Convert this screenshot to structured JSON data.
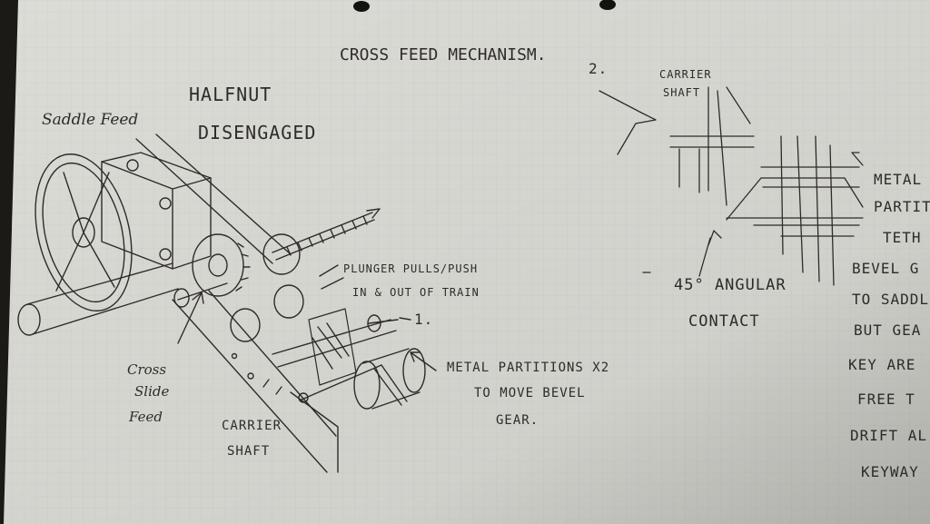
{
  "sheet": {
    "title": "CROSS FEED MECHANISM.",
    "main_drawing": {
      "state": [
        "HALFNUT",
        "DISENGAGED"
      ],
      "labels": {
        "saddle_feed": "Saddle Feed",
        "cross_slide_feed": [
          "Cross",
          "Slide",
          "Feed"
        ],
        "carrier_shaft": [
          "CARRIER",
          "SHAFT"
        ],
        "plunger": [
          "PLUNGER PULLS/PUSH",
          "IN & OUT OF TRAIN"
        ],
        "marker": "1.",
        "partitions": [
          "METAL PARTITIONS X2",
          "TO MOVE BEVEL",
          "GEAR."
        ]
      }
    },
    "detail_drawing": {
      "marker": "2.",
      "carrier_shaft": [
        "CARRIER",
        "SHAFT"
      ],
      "angular_contact": [
        "45° ANGULAR",
        "CONTACT"
      ],
      "side_notes": [
        "METAL",
        "PARTIT",
        "TETH",
        "BEVEL G",
        "TO SADDL",
        "BUT GEA",
        "KEY ARE",
        "FREE T",
        "DRIFT AL",
        "KEYWAY"
      ]
    }
  },
  "colors": {
    "paper": "#dcdcd6",
    "ink": "#2e2b29",
    "grid": "#c9cbc9",
    "backdrop": "#1c1a17"
  }
}
